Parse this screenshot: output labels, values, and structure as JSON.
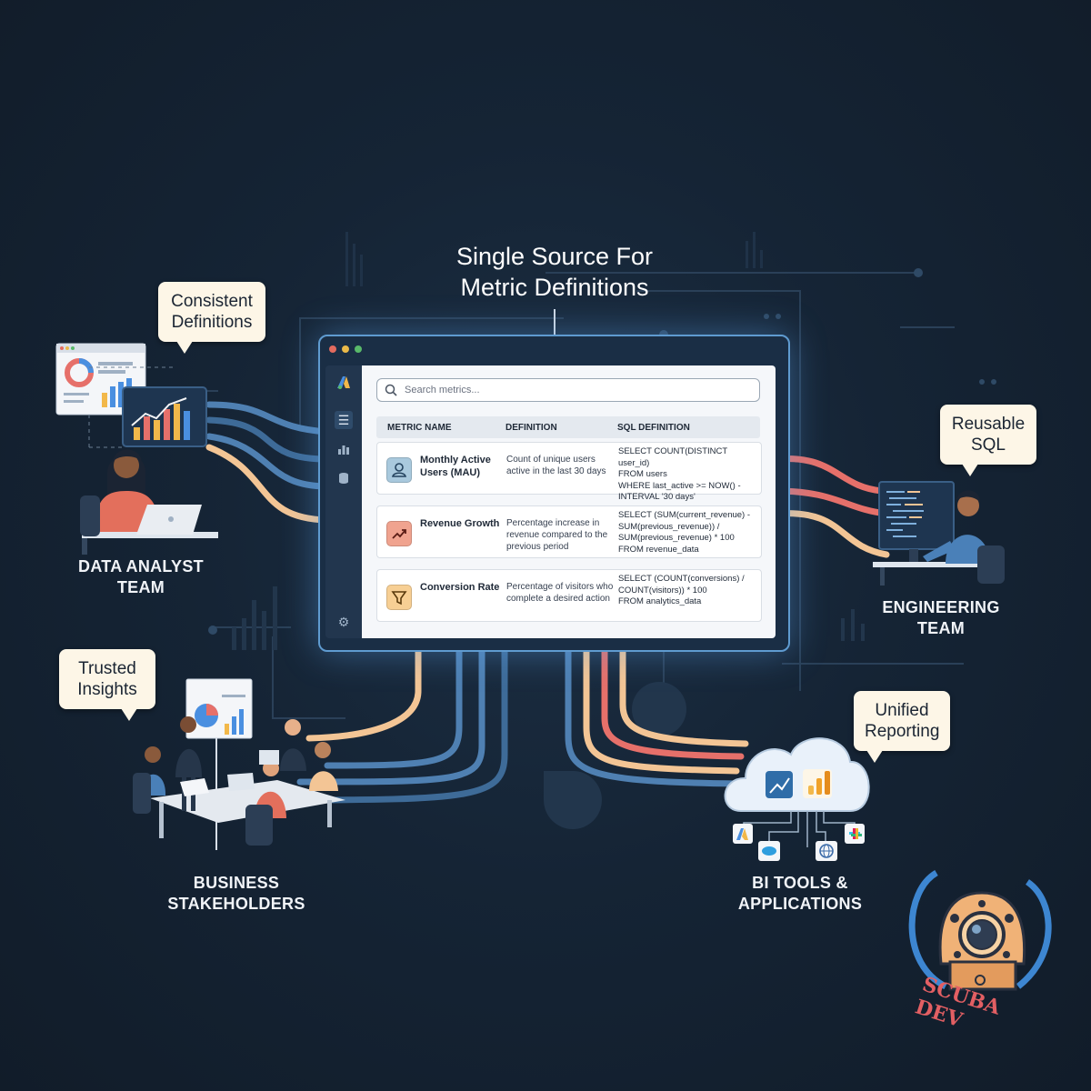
{
  "title": "Single Source For Metric Definitions",
  "title_line1": "Single Source For",
  "title_line2": "Metric Definitions",
  "bubbles": {
    "consistent": {
      "line1": "Consistent",
      "line2": "Definitions"
    },
    "trusted": {
      "line1": "Trusted",
      "line2": "Insights"
    },
    "reusable": {
      "line1": "Reusable",
      "line2": "SQL"
    },
    "unified": {
      "line1": "Unified",
      "line2": "Reporting"
    }
  },
  "groups": {
    "analyst": {
      "line1": "DATA ANALYST",
      "line2": "TEAM"
    },
    "business": {
      "line1": "BUSINESS",
      "line2": "STAKEHOLDERS"
    },
    "engineering": {
      "line1": "ENGINEERING",
      "line2": "TEAM"
    },
    "bi": {
      "line1": "BI TOOLS &",
      "line2": "APPLICATIONS"
    }
  },
  "app": {
    "search_placeholder": "Search metrics...",
    "columns": [
      "METRIC NAME",
      "DEFINITION",
      "SQL DEFINITION"
    ],
    "rows": [
      {
        "name": "Monthly Active Users (MAU)",
        "definition": "Count of unique users active in the last 30 days",
        "sql": "SELECT COUNT(DISTINCT user_id)\nFROM users\nWHERE last_active >= NOW() -\nINTERVAL '30 days'",
        "icon": "user-icon",
        "icon_bg": "#a9c9dd"
      },
      {
        "name": "Revenue Growth",
        "definition": "Percentage increase in revenue compared to the previous period",
        "sql": "SELECT (SUM(current_revenue) -\nSUM(previous_revenue)) /\nSUM(previous_revenue) * 100\nFROM revenue_data",
        "icon": "trend-up-icon",
        "icon_bg": "#f0a38f"
      },
      {
        "name": "Conversion Rate",
        "definition": "Percentage of visitors who complete a desired action",
        "sql": "SELECT (COUNT(conversions) /\nCOUNT(visitors)) * 100\nFROM analytics_data",
        "icon": "funnel-icon",
        "icon_bg": "#f7cf94"
      }
    ]
  },
  "logo": {
    "text": "SCUBA DEV"
  },
  "colors": {
    "background": "#13202f",
    "flow_blue": "#4f80b2",
    "flow_peach": "#f3c595",
    "flow_coral": "#e6706a",
    "window_border": "#5f9bd0",
    "bubble": "#fdf6e7"
  }
}
